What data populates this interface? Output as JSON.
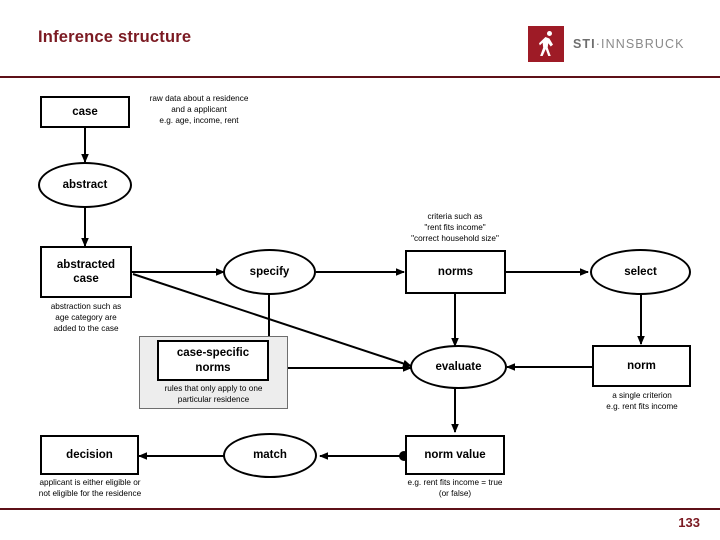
{
  "header": {
    "title": "Inference structure",
    "logo_text_primary": "STI",
    "logo_text_separator": "·",
    "logo_text_secondary": "INNSBRUCK",
    "logo_icon": "sti-person-icon",
    "accent_color": "#7B1A22",
    "rule_color": "#5E1018",
    "logo_background": "#9E1B26"
  },
  "footer": {
    "page_number": "133"
  },
  "diagram": {
    "type": "inference-structure-flow",
    "nodes": [
      {
        "id": "case",
        "shape": "box",
        "label": "case"
      },
      {
        "id": "abstract",
        "shape": "ellipse",
        "label": "abstract"
      },
      {
        "id": "abstracted-case",
        "shape": "box",
        "label": "abstracted\ncase"
      },
      {
        "id": "specify",
        "shape": "ellipse",
        "label": "specify"
      },
      {
        "id": "norms",
        "shape": "box",
        "label": "norms"
      },
      {
        "id": "select",
        "shape": "ellipse",
        "label": "select"
      },
      {
        "id": "case-specific-norms",
        "shape": "box",
        "label": "case-specific\nnorms"
      },
      {
        "id": "evaluate",
        "shape": "ellipse",
        "label": "evaluate"
      },
      {
        "id": "norm",
        "shape": "box",
        "label": "norm"
      },
      {
        "id": "decision",
        "shape": "box",
        "label": "decision"
      },
      {
        "id": "match",
        "shape": "ellipse",
        "label": "match"
      },
      {
        "id": "norm-value",
        "shape": "box",
        "label": "norm value"
      }
    ],
    "node_labels": {
      "case": "case",
      "abstract": "abstract",
      "abstracted_case_line1": "abstracted",
      "abstracted_case_line2": "case",
      "specify": "specify",
      "norms": "norms",
      "select": "select",
      "case_specific_norms_line1": "case-specific",
      "case_specific_norms_line2": "norms",
      "evaluate": "evaluate",
      "norm": "norm",
      "decision": "decision",
      "match": "match",
      "norm_value": "norm value"
    },
    "captions": {
      "case": "raw data about a residence\nand a applicant\ne.g. age, income, rent",
      "case_line1": "raw data about a residence",
      "case_line2": "and a applicant",
      "case_line3": "e.g. age, income, rent",
      "norms_line1": "criteria such as",
      "norms_line2": "\"rent fits income\"",
      "norms_line3": "\"correct household size\"",
      "abstracted_case_line1": "abstraction such as",
      "abstracted_case_line2": "age category are",
      "abstracted_case_line3": "added to the case",
      "case_specific_norms_line1": "rules that only apply to one",
      "case_specific_norms_line2": "particular residence",
      "norm_line1": "a single criterion",
      "norm_line2": "e.g. rent fits income",
      "decision_line1": "applicant is either eligible or",
      "decision_line2": "not eligible for the residence",
      "norm_value_line1": "e.g. rent fits income = true",
      "norm_value_line2": "(or false)"
    },
    "edges": [
      {
        "from": "case",
        "to": "abstract",
        "style": "arrow"
      },
      {
        "from": "abstract",
        "to": "abstracted-case",
        "style": "arrow"
      },
      {
        "from": "abstracted-case",
        "to": "specify",
        "style": "arrow"
      },
      {
        "from": "abstracted-case",
        "to": "evaluate",
        "style": "arrow-diagonal"
      },
      {
        "from": "specify",
        "to": "norms",
        "style": "arrow"
      },
      {
        "from": "norms",
        "to": "select",
        "style": "arrow"
      },
      {
        "from": "norms",
        "to": "evaluate",
        "style": "arrow"
      },
      {
        "from": "specify",
        "to": "case-specific-norms",
        "style": "line"
      },
      {
        "from": "case-specific-norms",
        "to": "evaluate",
        "style": "arrow"
      },
      {
        "from": "select",
        "to": "norm",
        "style": "arrow"
      },
      {
        "from": "norm",
        "to": "evaluate",
        "style": "arrow"
      },
      {
        "from": "evaluate",
        "to": "norm-value",
        "style": "arrow"
      },
      {
        "from": "norm-value",
        "to": "match",
        "style": "arrow-dot"
      },
      {
        "from": "match",
        "to": "decision",
        "style": "arrow"
      }
    ]
  }
}
